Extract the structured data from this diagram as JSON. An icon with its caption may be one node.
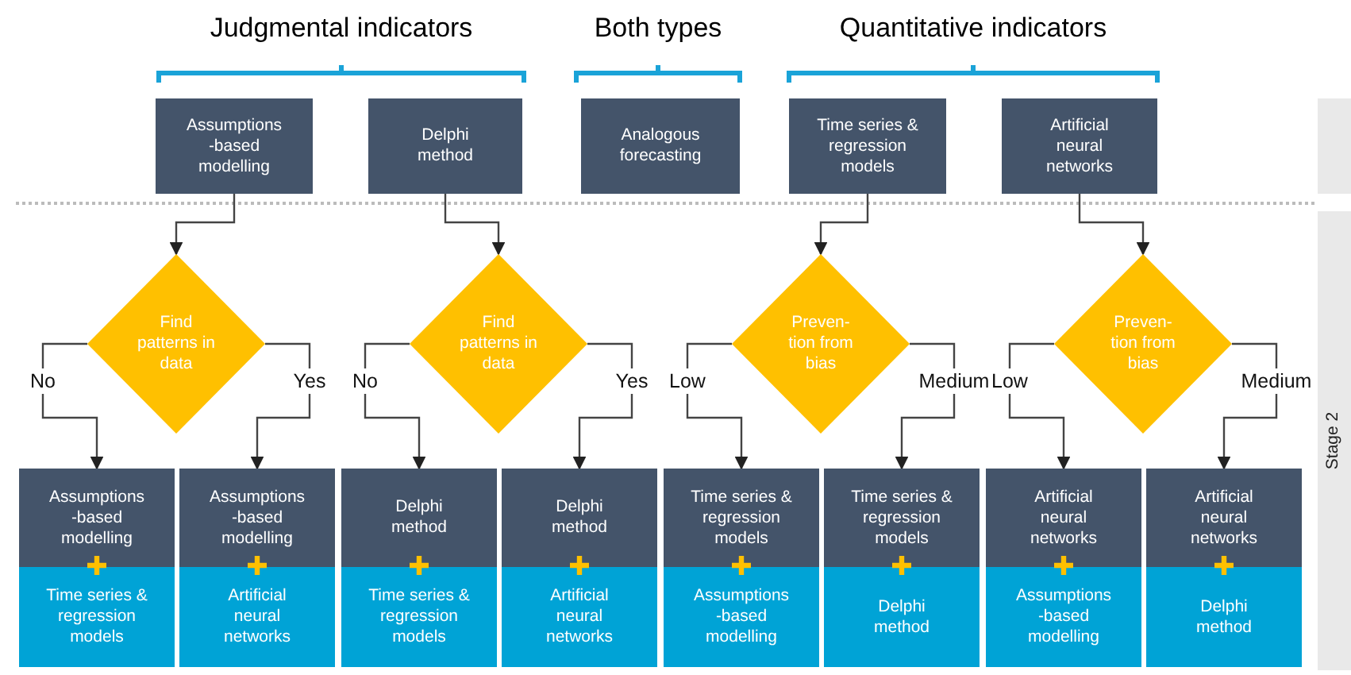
{
  "diagram": {
    "nodes": [
      {
        "text": [
          "Assumptions -based modelling"
        ]
      },
      {
        "text": [
          "Delphi method"
        ]
      },
      {
        "text": [
          "Analogous forecasting"
        ]
      },
      {
        "text": [
          "Time series & regression models"
        ]
      },
      {
        "text": [
          "Artificial neural networks"
        ]
      },
      {
        "text": [
          "Find patterns in data"
        ]
      },
      {
        "text": [
          "Find patterns in data"
        ]
      },
      {
        "text": [
          "Preven- tion from bias"
        ]
      },
      {
        "text": [
          "Preven- tion from bias"
        ]
      },
      {
        "text": [
          "Assumptions -based modelling"
        ]
      },
      {
        "text": [
          "Time series & regression models"
        ]
      },
      {
        "text": [
          "Assumptions -based modelling"
        ]
      },
      {
        "text": [
          "Artificial neural networks"
        ]
      },
      {
        "text": [
          "Delphi method"
        ]
      },
      {
        "text": [
          "Time series & regression models"
        ]
      },
      {
        "text": [
          "Delphi method"
        ]
      },
      {
        "text": [
          "Artificial neural networks"
        ]
      },
      {
        "text": [
          "Time series & regression models"
        ]
      },
      {
        "text": [
          "Assumptions -based modelling"
        ]
      },
      {
        "text": [
          "Time series & regression models"
        ]
      },
      {
        "text": [
          "Delphi method"
        ]
      },
      {
        "text": [
          "Artificial neural networks"
        ]
      },
      {
        "text": [
          "Assumptions -based modelling"
        ]
      },
      {
        "text": [
          "Artificial neural networks"
        ]
      },
      {
        "text": [
          "Delphi method"
        ]
      },
      {
        "text": [],
        "shape": "bar"
      },
      {
        "text": [
          "Stage 2"
        ]
      }
    ],
    "edges": [
      {
        "from": 0,
        "to": 5,
        "arrow": "to"
      },
      {
        "from": 1,
        "to": 6,
        "arrow": "to"
      },
      {
        "from": 3,
        "to": 7,
        "arrow": "to"
      },
      {
        "from": 4,
        "to": 8,
        "arrow": "to"
      },
      {
        "from": 5,
        "to": 9,
        "arrow": "to",
        "label": "No"
      },
      {
        "from": 5,
        "to": 11,
        "arrow": "to",
        "label": "Yes"
      },
      {
        "from": 6,
        "to": 13,
        "arrow": "to",
        "label": "No"
      },
      {
        "from": 6,
        "to": 15,
        "arrow": "to",
        "label": "Yes"
      },
      {
        "from": 7,
        "to": 17,
        "arrow": "to",
        "label": "Low"
      },
      {
        "from": 7,
        "to": 19,
        "arrow": "to",
        "label": "Medium"
      },
      {
        "from": 8,
        "to": 21,
        "arrow": "to",
        "label": "Low"
      },
      {
        "from": 8,
        "to": 23,
        "arrow": "to",
        "label": "Medium"
      }
    ],
    "labels": [
      "Judgmental indicators",
      "Both types",
      "Quantitative indicators"
    ]
  }
}
